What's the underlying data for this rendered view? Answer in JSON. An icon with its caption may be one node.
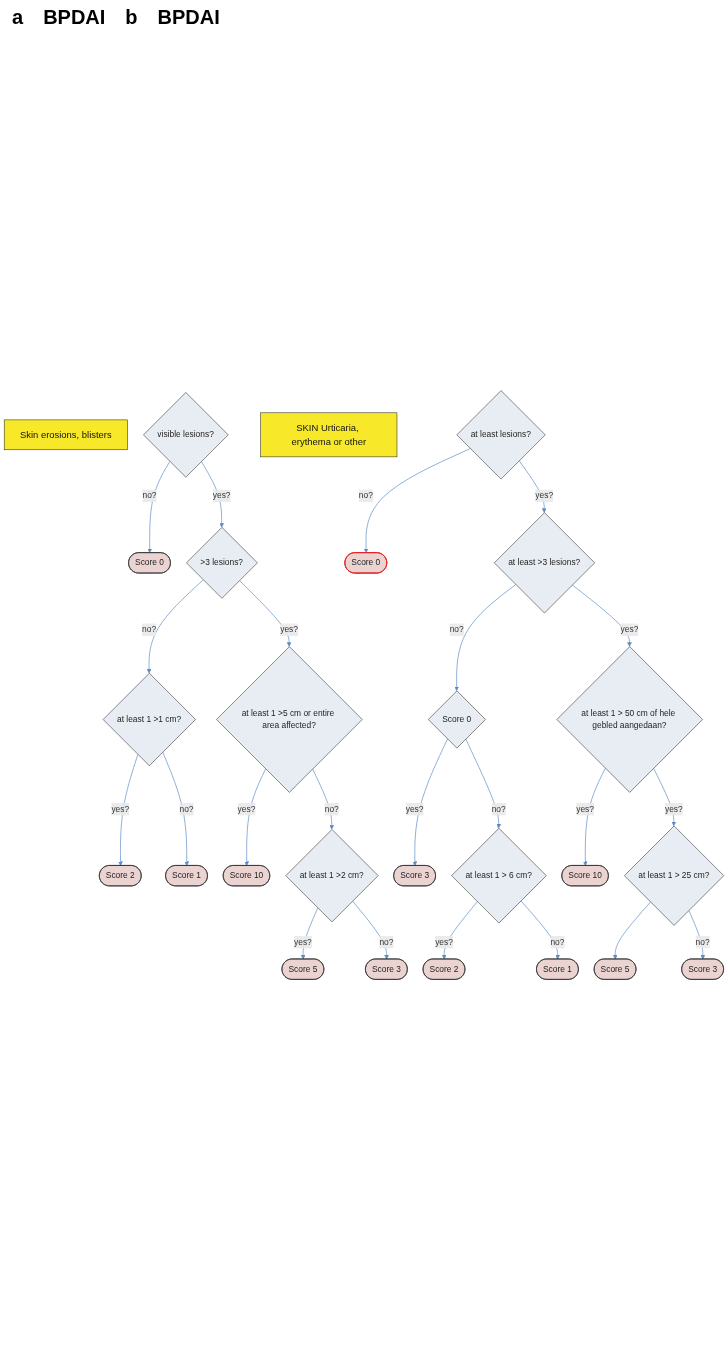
{
  "diagram": {
    "nodes": [
      {
        "text": [
          "Skin erosions, blisters"
        ]
      },
      {
        "text": [
          "visible lesions?"
        ]
      },
      {
        "text": [
          "Score 0"
        ]
      },
      {
        "text": [
          ">3 lesions?"
        ]
      },
      {
        "text": [
          "at least 1 >1 cm?"
        ]
      },
      {
        "text": [
          "Score 2"
        ]
      },
      {
        "text": [
          "Score 10"
        ]
      },
      {
        "text": [
          "at least 1 >5 cm or entire area affected?"
        ]
      },
      {
        "text": [
          "Score 1"
        ]
      },
      {
        "text": [
          "Score 5"
        ]
      },
      {
        "text": [
          "at least 1 >2 cm?"
        ]
      },
      {
        "text": [
          "Score 3"
        ]
      },
      {
        "text": [
          "SKIN Urticaria, erythema or other"
        ]
      },
      {
        "text": [
          "at least lesions?"
        ]
      },
      {
        "text": [
          "Score 0"
        ]
      },
      {
        "text": [
          "at least >3 lesions?"
        ]
      },
      {
        "text": [
          "Score 0"
        ]
      },
      {
        "text": [
          "Score 3"
        ]
      },
      {
        "text": [
          "Score 10"
        ]
      },
      {
        "text": [
          "at least 1 > 50 cm of hele gebled aangedaan?"
        ]
      },
      {
        "text": [
          "at least 1 > 6 cm?"
        ]
      },
      {
        "text": [
          "Score 2"
        ]
      },
      {
        "text": [
          "Score 5"
        ]
      },
      {
        "text": [
          "at least 1 > 25 cm?"
        ]
      },
      {
        "text": [
          "Score 1"
        ]
      },
      {
        "text": [
          "Score 3"
        ]
      }
    ],
    "edges": [
      {
        "from": 1,
        "to": 2,
        "label": "no?",
        "arrow": "to"
      },
      {
        "from": 1,
        "to": 3,
        "label": "yes?",
        "arrow": "to"
      },
      {
        "from": 3,
        "to": 4,
        "label": "no?",
        "arrow": "to"
      },
      {
        "from": 4,
        "to": 5,
        "label": "yes?",
        "arrow": "to"
      },
      {
        "from": 4,
        "to": 8,
        "label": "no?",
        "arrow": "to"
      },
      {
        "from": 3,
        "to": 7,
        "label": "yes?",
        "arrow": "to"
      },
      {
        "from": 7,
        "to": 6,
        "label": "yes?",
        "arrow": "to"
      },
      {
        "from": 7,
        "to": 10,
        "label": "no?",
        "arrow": "to"
      },
      {
        "from": 10,
        "to": 9,
        "label": "yes?",
        "arrow": "to"
      },
      {
        "from": 10,
        "to": 11,
        "label": "no?",
        "arrow": "to"
      },
      {
        "from": 13,
        "to": 14,
        "label": "no?",
        "arrow": "to"
      },
      {
        "from": 13,
        "to": 15,
        "label": "yes?",
        "arrow": "to"
      },
      {
        "from": 15,
        "to": 16,
        "label": "no?",
        "arrow": "to"
      },
      {
        "from": 16,
        "to": 17,
        "label": "yes?",
        "arrow": "to"
      },
      {
        "from": 16,
        "to": 20,
        "label": "no?",
        "arrow": "to"
      },
      {
        "from": 15,
        "to": 19,
        "label": "yes?",
        "arrow": "to"
      },
      {
        "from": 19,
        "to": 18,
        "label": "yes?",
        "arrow": "to"
      },
      {
        "from": 19,
        "to": 23,
        "label": "yes?",
        "arrow": "to"
      },
      {
        "from": 20,
        "to": 21,
        "label": "yes?",
        "arrow": "to"
      },
      {
        "from": 20,
        "to": 24,
        "label": "no?",
        "arrow": "to"
      },
      {
        "from": 23,
        "to": 22,
        "arrow": "to"
      },
      {
        "from": 23,
        "to": 25,
        "label": "no?",
        "arrow": "to"
      }
    ],
    "labels": [
      "a",
      "BPDAI",
      "b",
      "BPDAI"
    ]
  }
}
